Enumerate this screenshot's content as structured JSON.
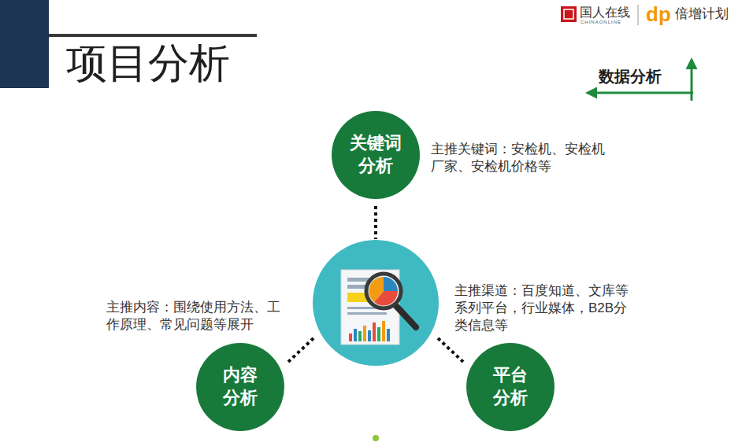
{
  "diagram": {
    "title": "项目分析",
    "nodes": [
      {
        "text": [
          "关键词 分析"
        ]
      },
      {
        "text": [
          "内容 分析"
        ]
      },
      {
        "text": [
          "平台 分析"
        ]
      }
    ],
    "labels": [
      "国人在线",
      "CHINAONLINE",
      "dp",
      "倍增计划",
      "数据分析",
      "主推关键词：安检机、安检机 厂家、安检机价格等",
      "主推渠道：百度知道、文库等 系列平台，行业媒体，B2B分 类信息等",
      "主推内容：围绕使用方法、工 作原理、常见问题等展开"
    ]
  }
}
